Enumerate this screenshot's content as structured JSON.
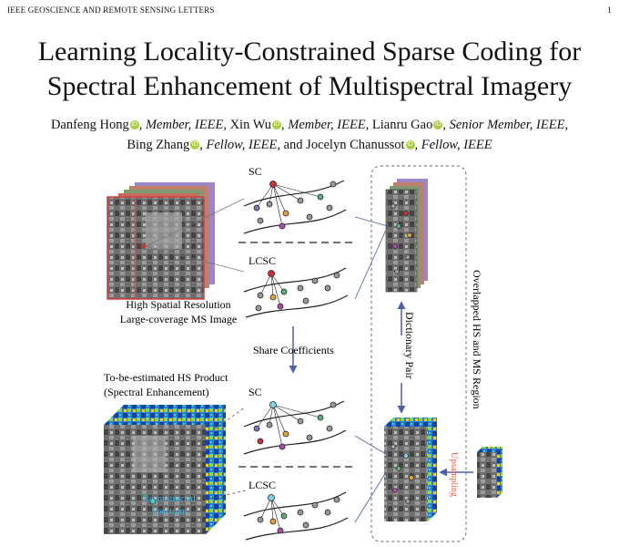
{
  "header": {
    "journal": "IEEE GEOSCIENCE AND REMOTE SENSING LETTERS",
    "page_number": "1"
  },
  "title": {
    "line1": "Learning Locality-Constrained Sparse Coding for",
    "line2": "Spectral Enhancement of Multispectral Imagery"
  },
  "authors": {
    "a1_name": "Danfeng Hong",
    "a1_role": "Member, IEEE",
    "a2_name": "Xin Wu",
    "a2_role": "Member, IEEE",
    "a3_name": "Lianru Gao",
    "a3_role": "Senior Member, IEEE",
    "a4_name": "Bing Zhang",
    "a4_role": "Fellow, IEEE",
    "a5_name": "Jocelyn Chanussot",
    "a5_role": "Fellow, IEEE",
    "conjunction": "and",
    "orcid_mark": "iD"
  },
  "figure": {
    "sc_top": "SC",
    "lcsc_top": "LCSC",
    "ms_caption_1": "High Spatial Resolution",
    "ms_caption_2": "Large-coverage MS Image",
    "share": "Share Coefficients",
    "hs_caption_1": "To-be-estimated HS Product",
    "hs_caption_2": "(Spectral Enhancement)",
    "sc_bottom": "SC",
    "lcsc_bottom": "LCSC",
    "reconstructed_1": "Reconstructed",
    "reconstructed_2": "Spectrum",
    "dictionary_pair": "Dictionary Pair",
    "overlapped": "Overlapped HS and MS Region",
    "upsampling": "Upsampling",
    "colors": {
      "arrow": "#4a5fb0",
      "upsampling": "#e8654f",
      "hs_cube": "#2b7fd0"
    }
  }
}
